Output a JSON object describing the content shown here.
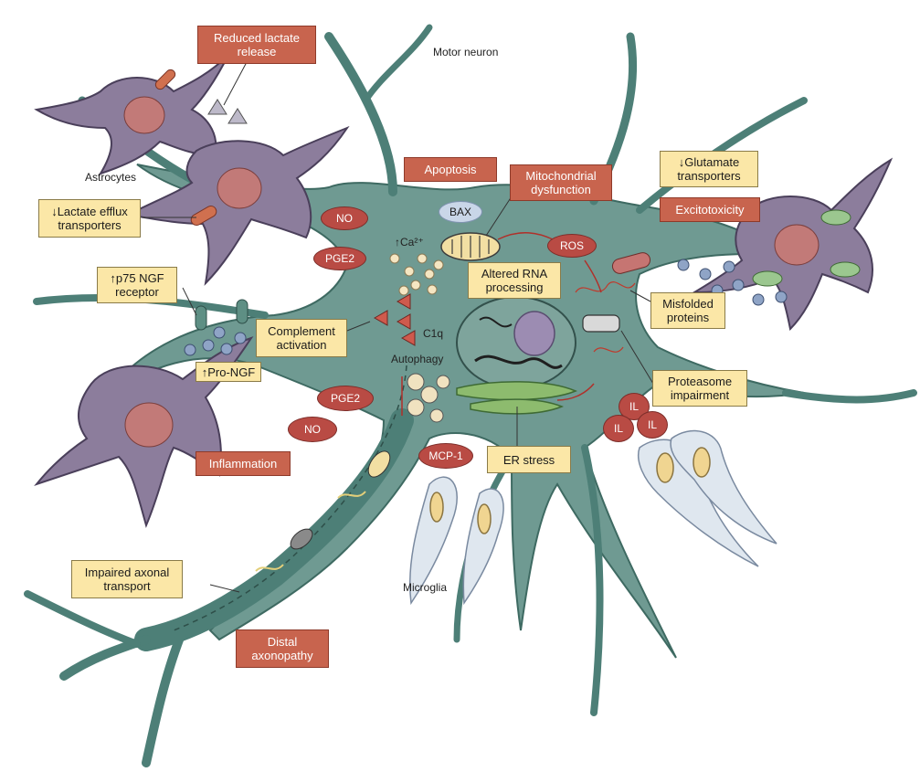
{
  "colors": {
    "neuron": "#4d7f77",
    "neuron_fill": "#6f9a92",
    "astrocyte": "#8c7d9c",
    "nucleus": "#c27a78",
    "microglia": "#dfe7ef",
    "red_box": "#c8644e",
    "yellow_box": "#fbe7a7",
    "molecule": "#d8b86c",
    "vesicle": "#4d6d9a"
  },
  "cells": {
    "motor_neuron": "Motor neuron",
    "astrocytes": "Astrocytes",
    "microglia": "Microglia"
  },
  "red_boxes": {
    "reduced_lactate": "Reduced lactate\nrelease",
    "apoptosis": "Apoptosis",
    "mitochondrial": "Mitochondrial\ndysfunction",
    "excitotoxicity": "Excitotoxicity",
    "inflammation": "Inflammation",
    "distal_axonopathy": "Distal\naxonopathy"
  },
  "yellow_boxes": {
    "lactate_efflux": "↓Lactate efflux\ntransporters",
    "p75": "↑p75 NGF\nreceptor",
    "complement": "Complement\nactivation",
    "pro_ngf": "↑Pro-NGF",
    "glutamate": "↓Glutamate\ntransporters",
    "altered_rna": "Altered RNA\nprocessing",
    "misfolded": "Misfolded\nproteins",
    "proteasome": "Proteasome\nimpairment",
    "er_stress": "ER stress",
    "axonal_transport": "Impaired axonal\ntransport"
  },
  "ovals": {
    "no_top": "NO",
    "pge2_top": "PGE2",
    "pge2_mid": "PGE2",
    "no_mid": "NO",
    "bax": "BAX",
    "ros": "ROS",
    "mcp1": "MCP-1",
    "il_1": "IL",
    "il_2": "IL",
    "il_3": "IL"
  },
  "labels": {
    "ca": "↑Ca²⁺",
    "c1q": "C1q",
    "autophagy": "Autophagy"
  }
}
